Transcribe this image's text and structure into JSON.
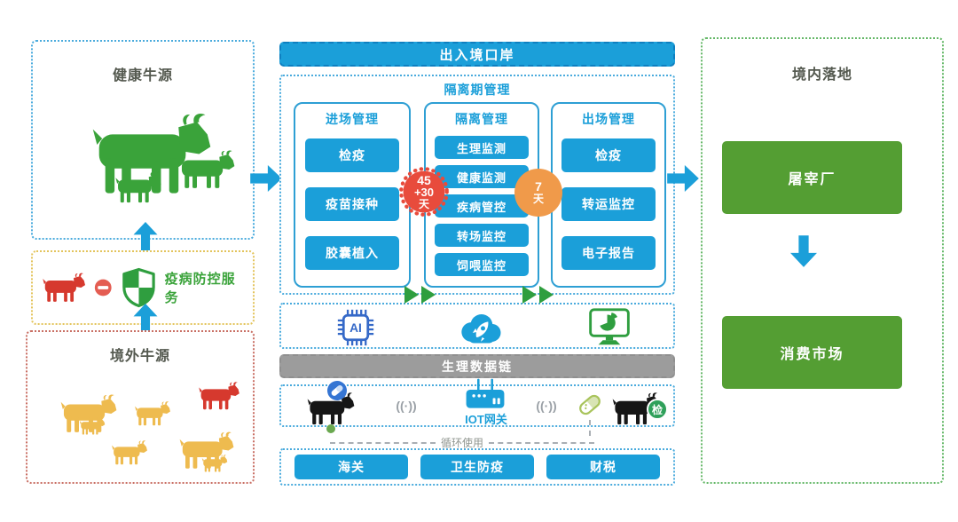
{
  "colors": {
    "blue": "#1b9fd9",
    "blue_dark": "#0e7fc0",
    "border_blue": "#4aabdd",
    "border_yellow": "#e3c45c",
    "border_red": "#c96f64",
    "border_green": "#65b868",
    "cow_green": "#3aa33a",
    "cow_yellow": "#eebb4f",
    "cow_red": "#d6392e",
    "green_box": "#549e33",
    "green_dark": "#2f9e3f",
    "badge_red": "#e84b3c",
    "badge_orange": "#f09a4a",
    "gray_bar": "#9c9c9c",
    "chip_blue": "#3569c8",
    "pill_olive": "#a9c45c",
    "badge_blue": "#3575d3",
    "check_green": "#2fa05a",
    "text_dark": "#54594f"
  },
  "icons": {
    "cow": "cow-silhouette",
    "shield": "shield-check",
    "minus": "minus-circle",
    "ai_chip": "ai-processor-chip",
    "rocket_cloud": "cloud-rocket",
    "monitor": "monitor-pie-chart",
    "router": "iot-gateway-router",
    "pill": "capsule-pill",
    "wifi": "wireless-signal",
    "arrow": "flow-arrow"
  },
  "left": {
    "healthy_source": {
      "title": "健康牛源"
    },
    "prevention": {
      "label": "疫病防控服务"
    },
    "overseas_source": {
      "title": "境外牛源"
    }
  },
  "center": {
    "port_header": "出入境口岸",
    "quarantine": {
      "title": "隔离期管理",
      "entry": {
        "title": "进场管理",
        "items": [
          "检疫",
          "疫苗接种",
          "胶囊植入"
        ]
      },
      "isolation": {
        "title": "隔离管理",
        "items": [
          "生理监测",
          "健康监测",
          "疾病管控",
          "转场监控",
          "饲喂监控"
        ]
      },
      "exit": {
        "title": "出场管理",
        "items": [
          "检疫",
          "转运监控",
          "电子报告"
        ]
      },
      "badge_45": {
        "lines": [
          "45",
          "+30",
          "天"
        ]
      },
      "badge_7": {
        "lines": [
          "7",
          "天"
        ]
      }
    },
    "ai_label": "AI",
    "data_chain_label": "生理数据链",
    "iot": {
      "wifi_symbol": "((·))",
      "gateway_label": "IOT网关",
      "check_badge": "检",
      "recycle_label": "循环使用"
    },
    "agencies": [
      "海关",
      "卫生防疫",
      "财税"
    ]
  },
  "right": {
    "title": "境内落地",
    "slaughterhouse": "屠宰厂",
    "market": "消费市场"
  }
}
